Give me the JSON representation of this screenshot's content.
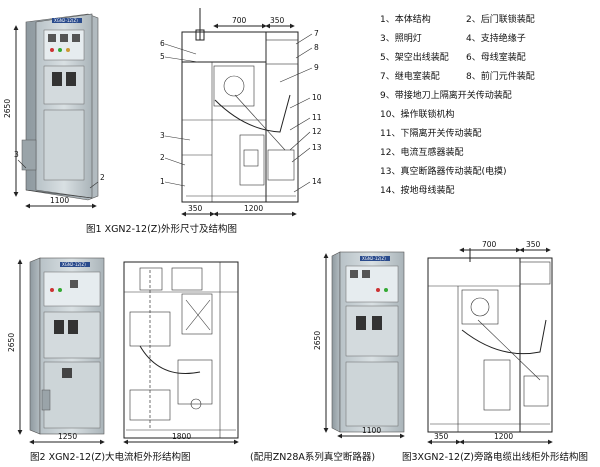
{
  "fig1": {
    "caption": "图1  XGN2-12(Z)外形尺寸及结构图",
    "cabinet_label": "XGN2-12(Z)",
    "dims": {
      "height": "2650",
      "width": "1100",
      "top_700": "700",
      "top_350": "350",
      "bottom_350": "350",
      "bottom_1200": "1200"
    },
    "photo_callouts": [
      "3",
      "2"
    ],
    "left_callouts": [
      "6",
      "5",
      "3",
      "2",
      "1"
    ],
    "right_callouts": [
      "7",
      "8",
      "9",
      "10",
      "11",
      "12",
      "13",
      "14"
    ]
  },
  "legend": [
    {
      "n": "1、",
      "text": "本体结构"
    },
    {
      "n": "2、",
      "text": "后门联锁装配"
    },
    {
      "n": "3、",
      "text": "照明灯"
    },
    {
      "n": "4、",
      "text": "支持绝缘子"
    },
    {
      "n": "5、",
      "text": "架空出线装配"
    },
    {
      "n": "6、",
      "text": "母线室装配"
    },
    {
      "n": "7、",
      "text": "继电室装配"
    },
    {
      "n": "8、",
      "text": "前门元件装配"
    },
    {
      "n": "9、",
      "text": "带接地刀上隔离开关传动装配"
    },
    {
      "n": "10、",
      "text": "操作联锁机构"
    },
    {
      "n": "11、",
      "text": "下隔离开关传动装配"
    },
    {
      "n": "12、",
      "text": "电流互感器装配"
    },
    {
      "n": "13、",
      "text": "真空断路器传动装配(电摸)"
    },
    {
      "n": "14、",
      "text": "按地母线装配"
    }
  ],
  "fig2": {
    "caption": "图2  XGN2-12(Z)大电流柜外形结构图",
    "cabinet_label": "XGN2-12(Z)",
    "dims": {
      "height": "2650",
      "width": "1250",
      "depth": "1800"
    }
  },
  "fig3": {
    "caption": "图3XGN2-12(Z)旁路电缆出线柜外形结构图",
    "note": "(配用ZN28A系列真空断路器)",
    "cabinet_label": "XGN2-12(Z)",
    "dims": {
      "height": "2650",
      "width": "1100",
      "top_700": "700",
      "top_350": "350",
      "bottom_350": "350",
      "bottom_1200": "1200"
    }
  },
  "colors": {
    "cabinet_face": "#c9d2d6",
    "cabinet_dark": "#8c979d",
    "label_plate": "#2a4b8c",
    "line": "#222222"
  }
}
